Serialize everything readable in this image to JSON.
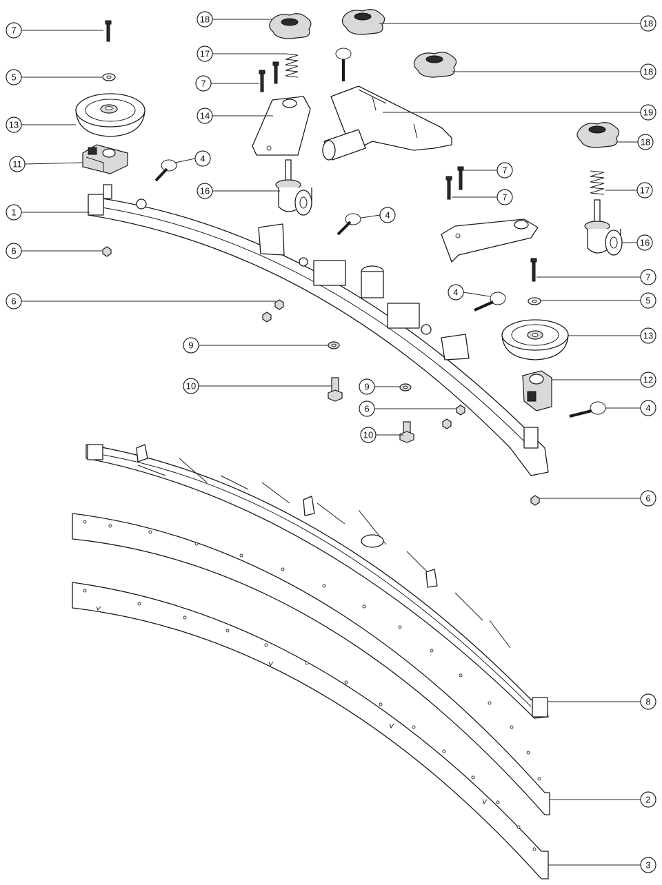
{
  "callouts": [
    {
      "id": "c-7a",
      "label": "7"
    },
    {
      "id": "c-5a",
      "label": "5"
    },
    {
      "id": "c-13a",
      "label": "13"
    },
    {
      "id": "c-11",
      "label": "11"
    },
    {
      "id": "c-1",
      "label": "1"
    },
    {
      "id": "c-6a",
      "label": "6"
    },
    {
      "id": "c-6b",
      "label": "6"
    },
    {
      "id": "c-18a",
      "label": "18"
    },
    {
      "id": "c-17a",
      "label": "17"
    },
    {
      "id": "c-7b",
      "label": "7"
    },
    {
      "id": "c-14",
      "label": "14"
    },
    {
      "id": "c-4a",
      "label": "4"
    },
    {
      "id": "c-16a",
      "label": "16"
    },
    {
      "id": "c-18b",
      "label": "18"
    },
    {
      "id": "c-18c",
      "label": "18"
    },
    {
      "id": "c-19",
      "label": "19"
    },
    {
      "id": "c-18d",
      "label": "18"
    },
    {
      "id": "c-7c",
      "label": "7"
    },
    {
      "id": "c-7d",
      "label": "7"
    },
    {
      "id": "c-17b",
      "label": "17"
    },
    {
      "id": "c-4b",
      "label": "4"
    },
    {
      "id": "c-16b",
      "label": "16"
    },
    {
      "id": "c-7e",
      "label": "7"
    },
    {
      "id": "c-4c",
      "label": "4"
    },
    {
      "id": "c-5b",
      "label": "5"
    },
    {
      "id": "c-13b",
      "label": "13"
    },
    {
      "id": "c-9a",
      "label": "9"
    },
    {
      "id": "c-10a",
      "label": "10"
    },
    {
      "id": "c-9b",
      "label": "9"
    },
    {
      "id": "c-12",
      "label": "12"
    },
    {
      "id": "c-6c",
      "label": "6"
    },
    {
      "id": "c-4d",
      "label": "4"
    },
    {
      "id": "c-10b",
      "label": "10"
    },
    {
      "id": "c-6d",
      "label": "6"
    },
    {
      "id": "c-8",
      "label": "8"
    },
    {
      "id": "c-2",
      "label": "2"
    },
    {
      "id": "c-3",
      "label": "3"
    }
  ]
}
